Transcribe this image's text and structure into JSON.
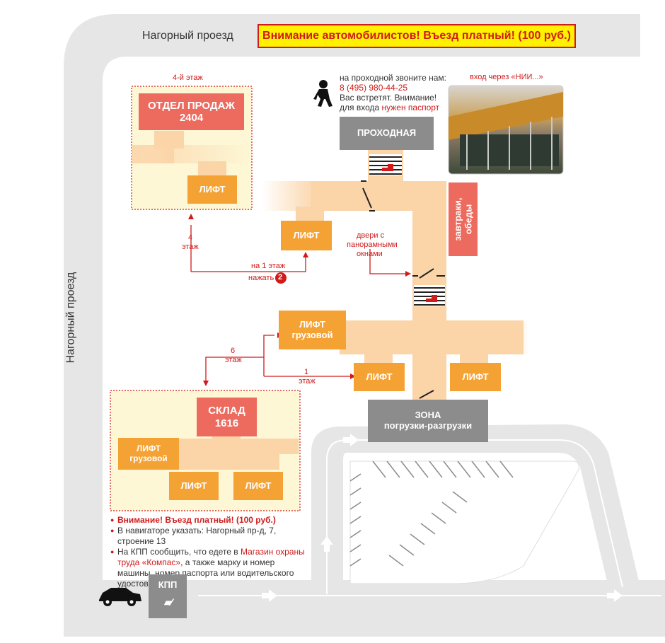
{
  "streets": {
    "top": "Нагорный проезд",
    "left": "Нагорный проезд"
  },
  "warning_banner": "Внимание автомобилистов! Въезд платный! (100 руб.)",
  "floor4": {
    "caption": "4-й этаж",
    "office_title": "ОТДЕЛ ПРОДАЖ",
    "office_number": "2404",
    "lift": "ЛИФТ"
  },
  "contact": {
    "line1": "на проходной звоните нам:",
    "phone": "8 (495) 980-44-25",
    "line3": "Вас встретят. Внимание!",
    "line4_prefix": "для входа ",
    "line4_red": "нужен паспорт"
  },
  "entrance_photo_caption": "вход через «НИИ...»",
  "checkpoint": "ПРОХОДНАЯ",
  "cafe": "завтраки, обеды",
  "central_lift": "ЛИФТ",
  "floor4_route": {
    "num": "4",
    "word": "этаж"
  },
  "floor1_route": {
    "line1": "на 1 этаж",
    "line2": "нажать",
    "badge": "2"
  },
  "doors_note": [
    "двери с",
    "панорамными",
    "окнами"
  ],
  "freight_lift": {
    "line1": "ЛИФТ",
    "line2": "грузовой"
  },
  "floor6_route": {
    "num": "6",
    "word": "этаж"
  },
  "floor1b_route": {
    "num": "1",
    "word": "этаж"
  },
  "lift_a": "ЛИФТ",
  "lift_b": "ЛИФТ",
  "loading_zone": {
    "line1": "ЗОНА",
    "line2": "погрузки-разгрузки"
  },
  "warehouse": {
    "title": "СКЛАД",
    "number": "1616",
    "freight_line1": "ЛИФТ",
    "freight_line2": "грузовой",
    "lift1": "ЛИФТ",
    "lift2": "ЛИФТ"
  },
  "notes": {
    "item1": "Внимание! Въезд платный! (100 руб.)",
    "item2": "В навигаторе указать: Нагорный пр-д, 7, строение 13",
    "item3_a": "На КПП сообщить, что едете в ",
    "item3_red": "Магазин охраны труда «Компас»",
    "item3_b": ", а также марку и номер машины, номер паспорта или водительского удостоверения"
  },
  "kpp": "КПП",
  "colors": {
    "road": "#e6e6e6",
    "corridor": "#fbd4a8",
    "panel": "#fdf7d6",
    "orange": "#f5a235",
    "red_box": "#ec6a5e",
    "grey_box": "#8c8c8c",
    "accent_red": "#d11a1a",
    "banner_bg": "#fff200"
  }
}
